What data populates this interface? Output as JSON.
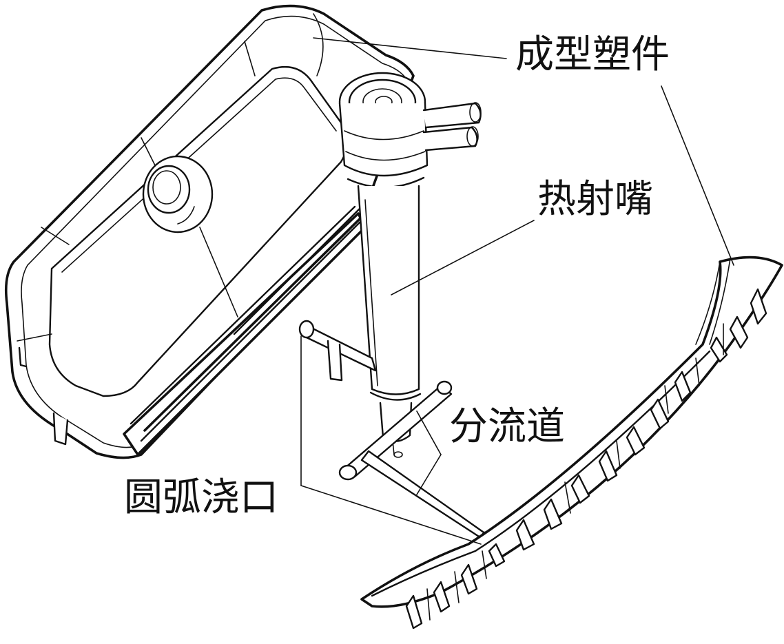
{
  "labels": {
    "molded_part": "成型塑件",
    "hot_nozzle": "热射嘴",
    "runner": "分流道",
    "arc_gate": "圆弧浇口"
  }
}
